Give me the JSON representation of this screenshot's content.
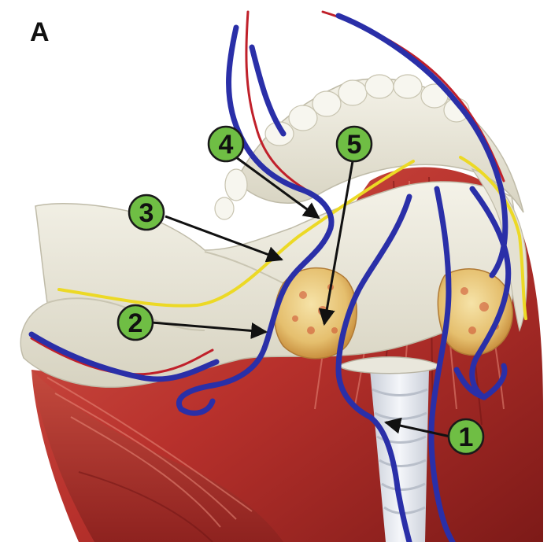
{
  "panel": {
    "letter": "A"
  },
  "callouts": [
    {
      "id": "1",
      "label": "1"
    },
    {
      "id": "2",
      "label": "2"
    },
    {
      "id": "3",
      "label": "3"
    },
    {
      "id": "4",
      "label": "4"
    },
    {
      "id": "5",
      "label": "5"
    }
  ],
  "colors": {
    "background": "#ffffff",
    "bone": "#ece9dc",
    "bone_shadow": "#c9c5b2",
    "muscle": "#b8312c",
    "muscle_dark": "#7d1a18",
    "muscle_light": "#e07b6c",
    "vein": "#2a2fa8",
    "artery": "#c0202a",
    "nerve": "#ecd925",
    "gland": "#e9c77a",
    "gland_spot": "#cc4a2d",
    "callout_fill": "#6fbe44",
    "callout_stroke": "#1a1a1a",
    "trachea": "#e6eaf0"
  }
}
